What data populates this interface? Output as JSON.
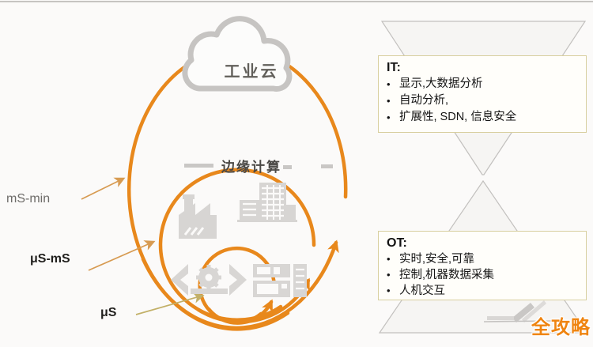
{
  "cloud": {
    "label": "工业云"
  },
  "edge": {
    "label": "边缘计算"
  },
  "latency_labels": {
    "ms_min": "mS-min",
    "us_ms": "μS-mS",
    "us": "μS"
  },
  "it_box": {
    "title": "IT:",
    "bullet": "•",
    "bullets": [
      "显示,大数据分析",
      "自动分析,",
      "扩展性, SDN, 信息安全"
    ]
  },
  "ot_box": {
    "title": "OT:",
    "bullet": "•",
    "bullets": [
      "实时,安全,可靠",
      "控制,机器数据采集",
      "人机交互"
    ]
  },
  "watermark": {
    "text": "全攻略"
  },
  "colors": {
    "arc_orange": "#e8881c",
    "thin_arrow": "#d79b52",
    "box_border": "#d8cf9f",
    "icon_gray": "#d7d5d3",
    "funnel_fill": "#f6f5f3",
    "funnel_stroke": "#c2c0be",
    "watermark_orange": "#ef8410"
  }
}
